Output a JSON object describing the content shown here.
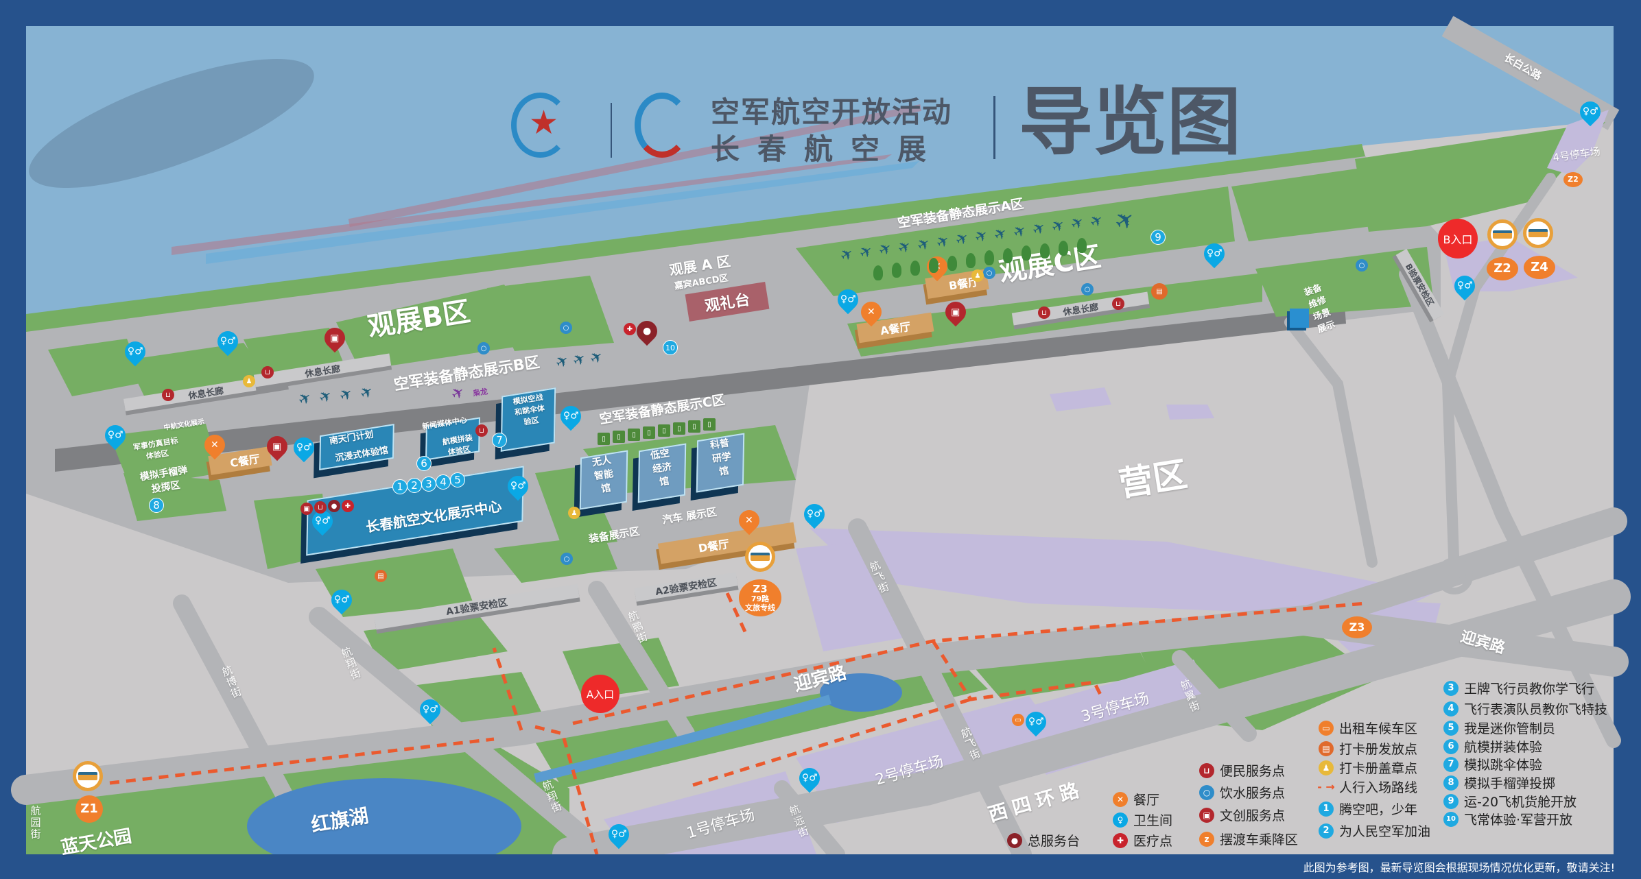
{
  "title": {
    "line1": "空军航空开放活动",
    "line2": "长春航空展",
    "main": "导览图"
  },
  "zones": {
    "view_b": "观展B区",
    "view_a": "观展 A 区",
    "view_a_sub": "嘉宾ABCD区",
    "reviewing_stand": "观礼台",
    "view_c": "观展C区",
    "static_a": "空军装备静态展示A区",
    "static_b": "空军装备静态展示B区",
    "static_c": "空军装备静态展示C区",
    "xiaolong": "枭龙",
    "camp": "营区",
    "corridor": "休息长廊",
    "rest_a": "A餐厅",
    "rest_b": "B餐厅",
    "rest_c": "C餐厅",
    "rest_d": "D餐厅",
    "nantianmen": "南天门计划",
    "immersive": "沉浸式体验馆",
    "media": "新闻媒体中心",
    "model": "航模拼装体验区",
    "aircombat": "模拟空战和跳伞体验区",
    "unmanned": "无人智能馆",
    "lowalt": "低空经济馆",
    "science": "科普研学馆",
    "culture_center": "长春航空文化展示中心",
    "military_sim": "军事仿真目标体验区",
    "avic": "中航文化展示",
    "grenade": "模拟手榴弹投掷区",
    "equip": "装备展示区",
    "auto": "汽车 展示区",
    "a1": "A1验票安检区",
    "a2": "A2验票安检区",
    "b_check": "B验票安检区",
    "repair": "装备维修场景展示",
    "entry_a": "A入口",
    "entry_b": "B入口",
    "lake": "红旗湖",
    "park": "蓝天公园"
  },
  "roads": {
    "yingbin": "迎宾路",
    "xisihuan": "西四环路",
    "changbai": "长白公路",
    "hangbo": "航博街",
    "hangxiang": "航翔街",
    "hangpeng": "航鹏街",
    "hangfei": "航飞街",
    "hangyuan": "航远街",
    "hangyi": "航翼街",
    "hangyuan2": "航园街"
  },
  "parking": [
    "1号停车场",
    "2号停车场",
    "3号停车场",
    "4号停车场"
  ],
  "shuttle": {
    "z1": "Z1",
    "z2": "Z2",
    "z3": "Z3",
    "z4": "Z4",
    "z3_route": "79路",
    "z3_desc": "文旅专线"
  },
  "numbers": [
    "1",
    "2",
    "3",
    "4",
    "5",
    "6",
    "7",
    "8",
    "9",
    "10"
  ],
  "legend": {
    "facilities": [
      {
        "icon": "service-desk-icon",
        "label": "总服务台"
      },
      {
        "icon": "restaurant-icon",
        "label": "餐厅"
      },
      {
        "icon": "toilet-icon",
        "label": "卫生间"
      },
      {
        "icon": "medical-icon",
        "label": "医疗点"
      },
      {
        "icon": "shop-icon",
        "label": "便民服务点"
      },
      {
        "icon": "water-icon",
        "label": "饮水服务点"
      },
      {
        "icon": "gift-icon",
        "label": "文创服务点"
      },
      {
        "icon": "shuttle-icon",
        "label": "摆渡车乘降区"
      },
      {
        "icon": "taxi-icon",
        "label": "出租车候车区"
      },
      {
        "icon": "stamp-book-icon",
        "label": "打卡册发放点"
      },
      {
        "icon": "stamp-icon",
        "label": "打卡册盖章点"
      },
      {
        "icon": "route-arrow-icon",
        "label": "人行入场路线"
      }
    ],
    "activities": [
      {
        "num": "1",
        "label": "腾空吧，少年"
      },
      {
        "num": "2",
        "label": "为人民空军加油"
      },
      {
        "num": "3",
        "label": "王牌飞行员教你学飞行"
      },
      {
        "num": "4",
        "label": "飞行表演队员教你飞特技"
      },
      {
        "num": "5",
        "label": "我是迷你管制员"
      },
      {
        "num": "6",
        "label": "航模拼装体验"
      },
      {
        "num": "7",
        "label": "模拟跳伞体验"
      },
      {
        "num": "8",
        "label": "模拟手榴弹投掷"
      },
      {
        "num": "9",
        "label": "运-20飞机货舱开放"
      },
      {
        "num": "10",
        "label": "飞常体验·军营开放"
      }
    ]
  },
  "colors": {
    "frame": "#26528c",
    "green": "#76ae63",
    "road": "#b3b4b7",
    "parking": "#c3bbdc",
    "route": "#eb5a2e",
    "toilet": "#0aa8e5",
    "food": "#f07f2c",
    "entry": "#ee2a2a"
  },
  "footer": "此图为参考图，最新导览图会根据现场情况优化更新，敬请关注!"
}
